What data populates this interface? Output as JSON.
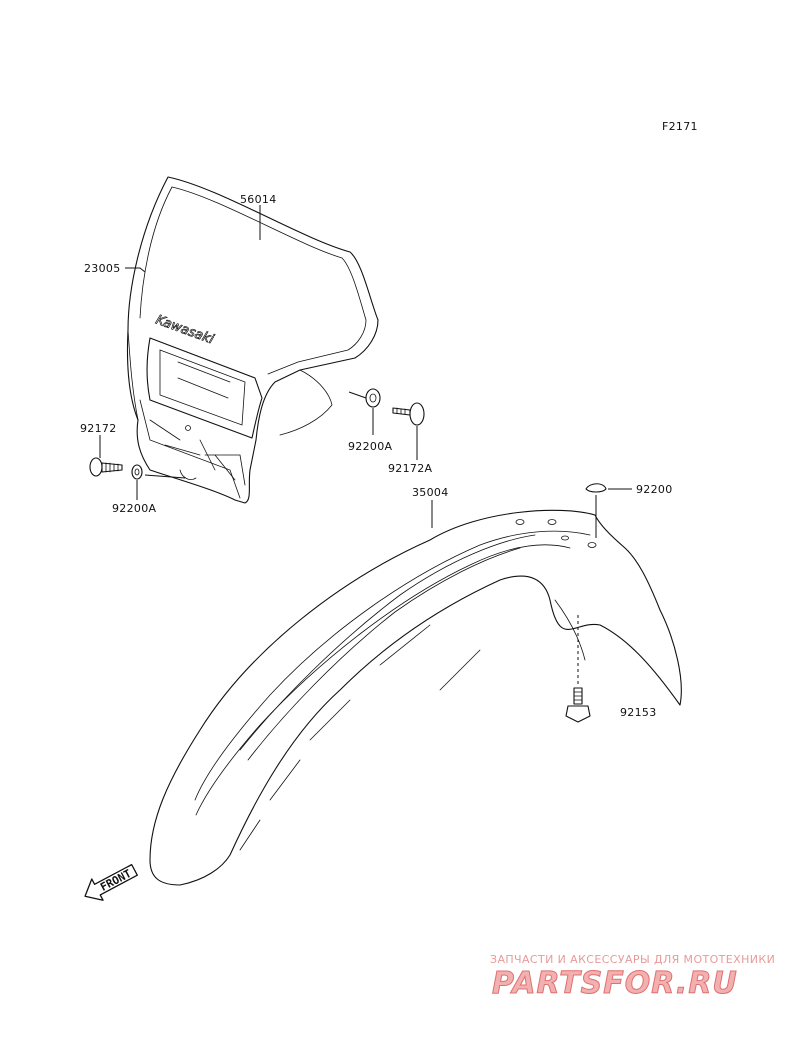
{
  "figure_code": "F2171",
  "brand_logo": "Kawasaki",
  "front_arrow": "FRONT",
  "parts": {
    "p56014": "56014",
    "p23005": "23005",
    "p92172": "92172",
    "p92200A_left": "92200A",
    "p92200A_right": "92200A",
    "p92172A": "92172A",
    "p35004": "35004",
    "p92200": "92200",
    "p92153": "92153"
  },
  "watermark": {
    "tagline": "ЗАПЧАСТИ И АКСЕССУАРЫ ДЛЯ МОТОТЕХНИКИ",
    "site": "PARTSFOR.RU"
  },
  "colors": {
    "line": "#111111",
    "watermark": "#e07070"
  }
}
